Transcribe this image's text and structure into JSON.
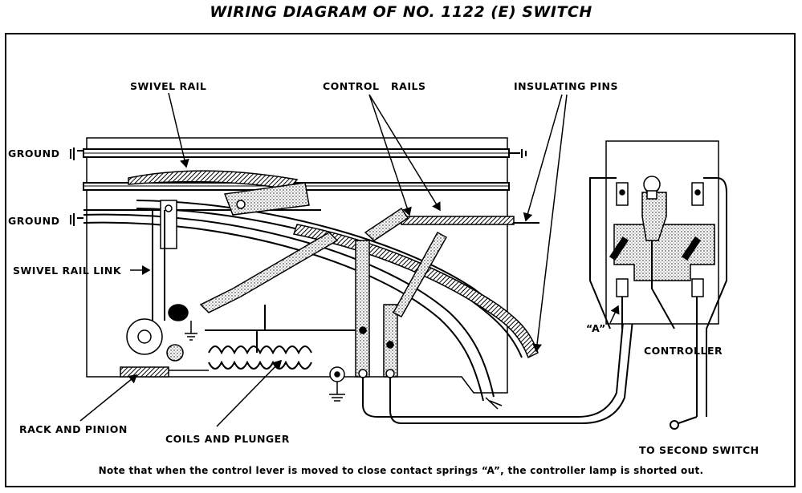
{
  "title": "WIRING DIAGRAM OF NO. 1122 (E) SWITCH",
  "labels": {
    "swivel_rail": "SWIVEL RAIL",
    "control_rails": "CONTROL   RAILS",
    "insulating_pins": "INSULATING PINS",
    "ground_top": "GROUND",
    "ground_second": "GROUND",
    "swivel_rail_link": "SWIVEL RAIL LINK",
    "rack_and_pinion": "RACK AND PINION",
    "coils_and_plunger": "COILS AND PLUNGER",
    "contact_a": "“A”",
    "controller": "CONTROLLER",
    "to_second_switch": "TO SECOND SWITCH"
  },
  "note": "Note that when the control lever is moved to close contact springs “A”, the controller lamp is shorted out."
}
